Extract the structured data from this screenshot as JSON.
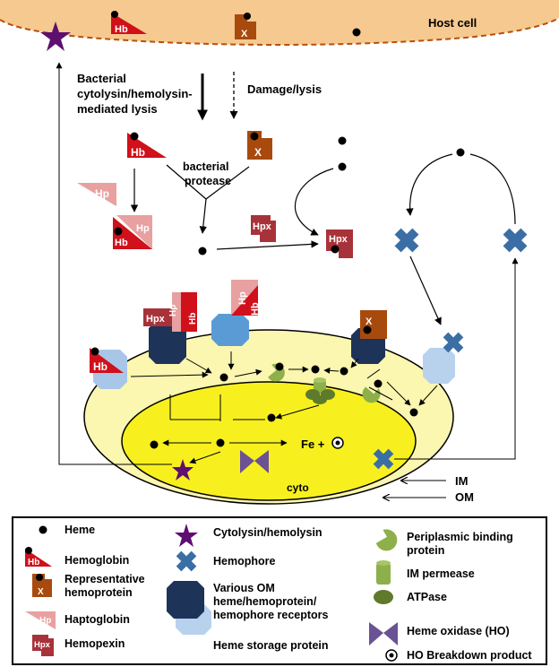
{
  "labels": {
    "host_cell": "Host cell",
    "bacterial_lysis": [
      "Bacterial",
      "cytolysin/hemolysin-",
      "mediated lysis"
    ],
    "damage_lysis": "Damage/lysis",
    "bacterial_protease": [
      "bacterial",
      "protease"
    ],
    "fe_plus": "Fe +",
    "cyto": "cyto",
    "im": "IM",
    "om": "OM"
  },
  "symbols": {
    "hb": "Hb",
    "x": "X",
    "hp": "Hp",
    "hpx": "Hpx"
  },
  "legend": {
    "heme": "Heme",
    "hemoglobin": "Hemoglobin",
    "rep_hemoprotein": [
      "Representative",
      "hemoprotein"
    ],
    "haptoglobin": "Haptoglobin",
    "hemopexin": "Hemopexin",
    "cytolysin": "Cytolysin/hemolysin",
    "hemophore": "Hemophore",
    "om_receptors": [
      "Various OM",
      "heme/hemoprotein/",
      "hemophore receptors"
    ],
    "heme_storage": "Heme storage protein",
    "periplasmic": [
      "Periplasmic binding",
      "protein"
    ],
    "im_permease": "IM permease",
    "atpase": "ATPase",
    "heme_oxidase": "Heme oxidase (HO)",
    "ho_breakdown": "HO Breakdown product"
  },
  "colors": {
    "host_cell_fill": "#F5C98F",
    "host_cell_border": "#B8500A",
    "bacterium_outer": "#FBF6B0",
    "bacterium_inner": "#F7F01E",
    "hemoglobin": "#D0101A",
    "hemoprotein": "#A84A0E",
    "haptoglobin": "#E8A0A0",
    "hemopexin": "#A8323A",
    "hemophore": "#3A6EA5",
    "cytolysin": "#5E0F70",
    "om_receptor_dark": "#1E3358",
    "om_receptor_light": "#B8D2EE",
    "om_receptor_mid": "#5B9BD5",
    "periplasmic": "#8DB04A",
    "atpase": "#5E7A2A",
    "heme_storage": "#E818B8",
    "heme_oxidase": "#6A5294"
  }
}
